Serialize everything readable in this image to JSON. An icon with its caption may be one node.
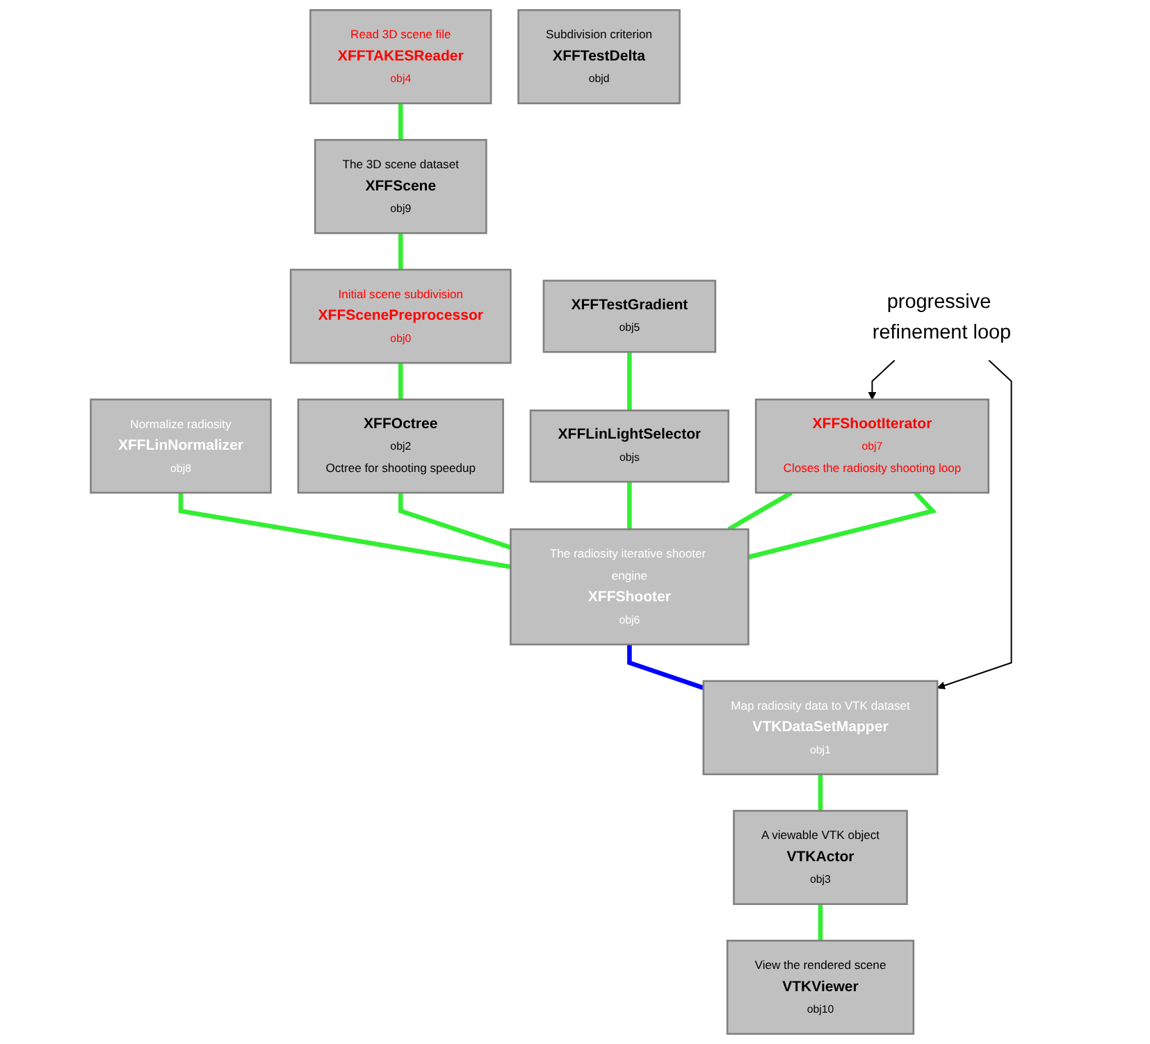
{
  "diagram": {
    "nodes": [
      {
        "text": [
          "Read 3D scene file",
          "XFFTAKESReader",
          "obj4"
        ]
      },
      {
        "text": [
          "Normalize radiosity",
          "XFFLinNormalizer",
          "obj8"
        ]
      },
      {
        "text": [
          "The 3D scene dataset",
          "XFFScene",
          "obj9"
        ]
      },
      {
        "text": [
          "Subdivision criterion",
          "XFFTestDelta",
          "objd"
        ]
      },
      {
        "text": [
          "Initial scene subdivision",
          "XFFScenePreprocessor",
          "obj0"
        ]
      },
      {
        "text": [
          "XFFTestGradient",
          "obj5"
        ]
      },
      {
        "text": [
          "XFFOctree",
          "obj2",
          "Octree for shooting speedup"
        ]
      },
      {
        "text": [
          "XFFLinLightSelector",
          "objs"
        ]
      },
      {
        "text": [
          "The radiosity iterative shooter engine",
          "XFFShooter",
          "obj6"
        ]
      },
      {
        "text": [
          "XFFShootIterator",
          "obj7",
          "Closes the radiosity shooting loop"
        ]
      },
      {
        "text": [
          "Map radiosity data to VTK dataset",
          "VTKDataSetMapper",
          "obj1"
        ]
      },
      {
        "text": [
          "A viewable VTK object",
          "VTKActor",
          "obj3"
        ]
      },
      {
        "text": [
          "View the rendered scene",
          "VTKViewer",
          "obj10"
        ]
      },
      {
        "text": [
          "progressive refinement loop"
        ]
      }
    ],
    "edges": [
      {
        "from": 0,
        "to": 2,
        "arrow": "none"
      },
      {
        "from": 2,
        "to": 4,
        "arrow": "none"
      },
      {
        "from": 4,
        "to": 6,
        "arrow": "none"
      },
      {
        "from": 5,
        "to": 7,
        "arrow": "none"
      },
      {
        "from": 1,
        "to": 8,
        "arrow": "none"
      },
      {
        "from": 6,
        "to": 8,
        "arrow": "none"
      },
      {
        "from": 7,
        "to": 8,
        "arrow": "none"
      },
      {
        "from": 8,
        "to": 9,
        "arrow": "none"
      },
      {
        "from": 9,
        "to": 8,
        "arrow": "none"
      },
      {
        "from": 8,
        "to": 10,
        "arrow": "none",
        "color": "#0000ff"
      },
      {
        "from": 10,
        "to": 11,
        "arrow": "none"
      },
      {
        "from": 11,
        "to": 12,
        "arrow": "none"
      },
      {
        "from": 13,
        "to": 10,
        "arrow": "to",
        "color": "#000000"
      },
      {
        "from": 13,
        "to": 9,
        "arrow": "to",
        "color": "#000000"
      }
    ]
  }
}
